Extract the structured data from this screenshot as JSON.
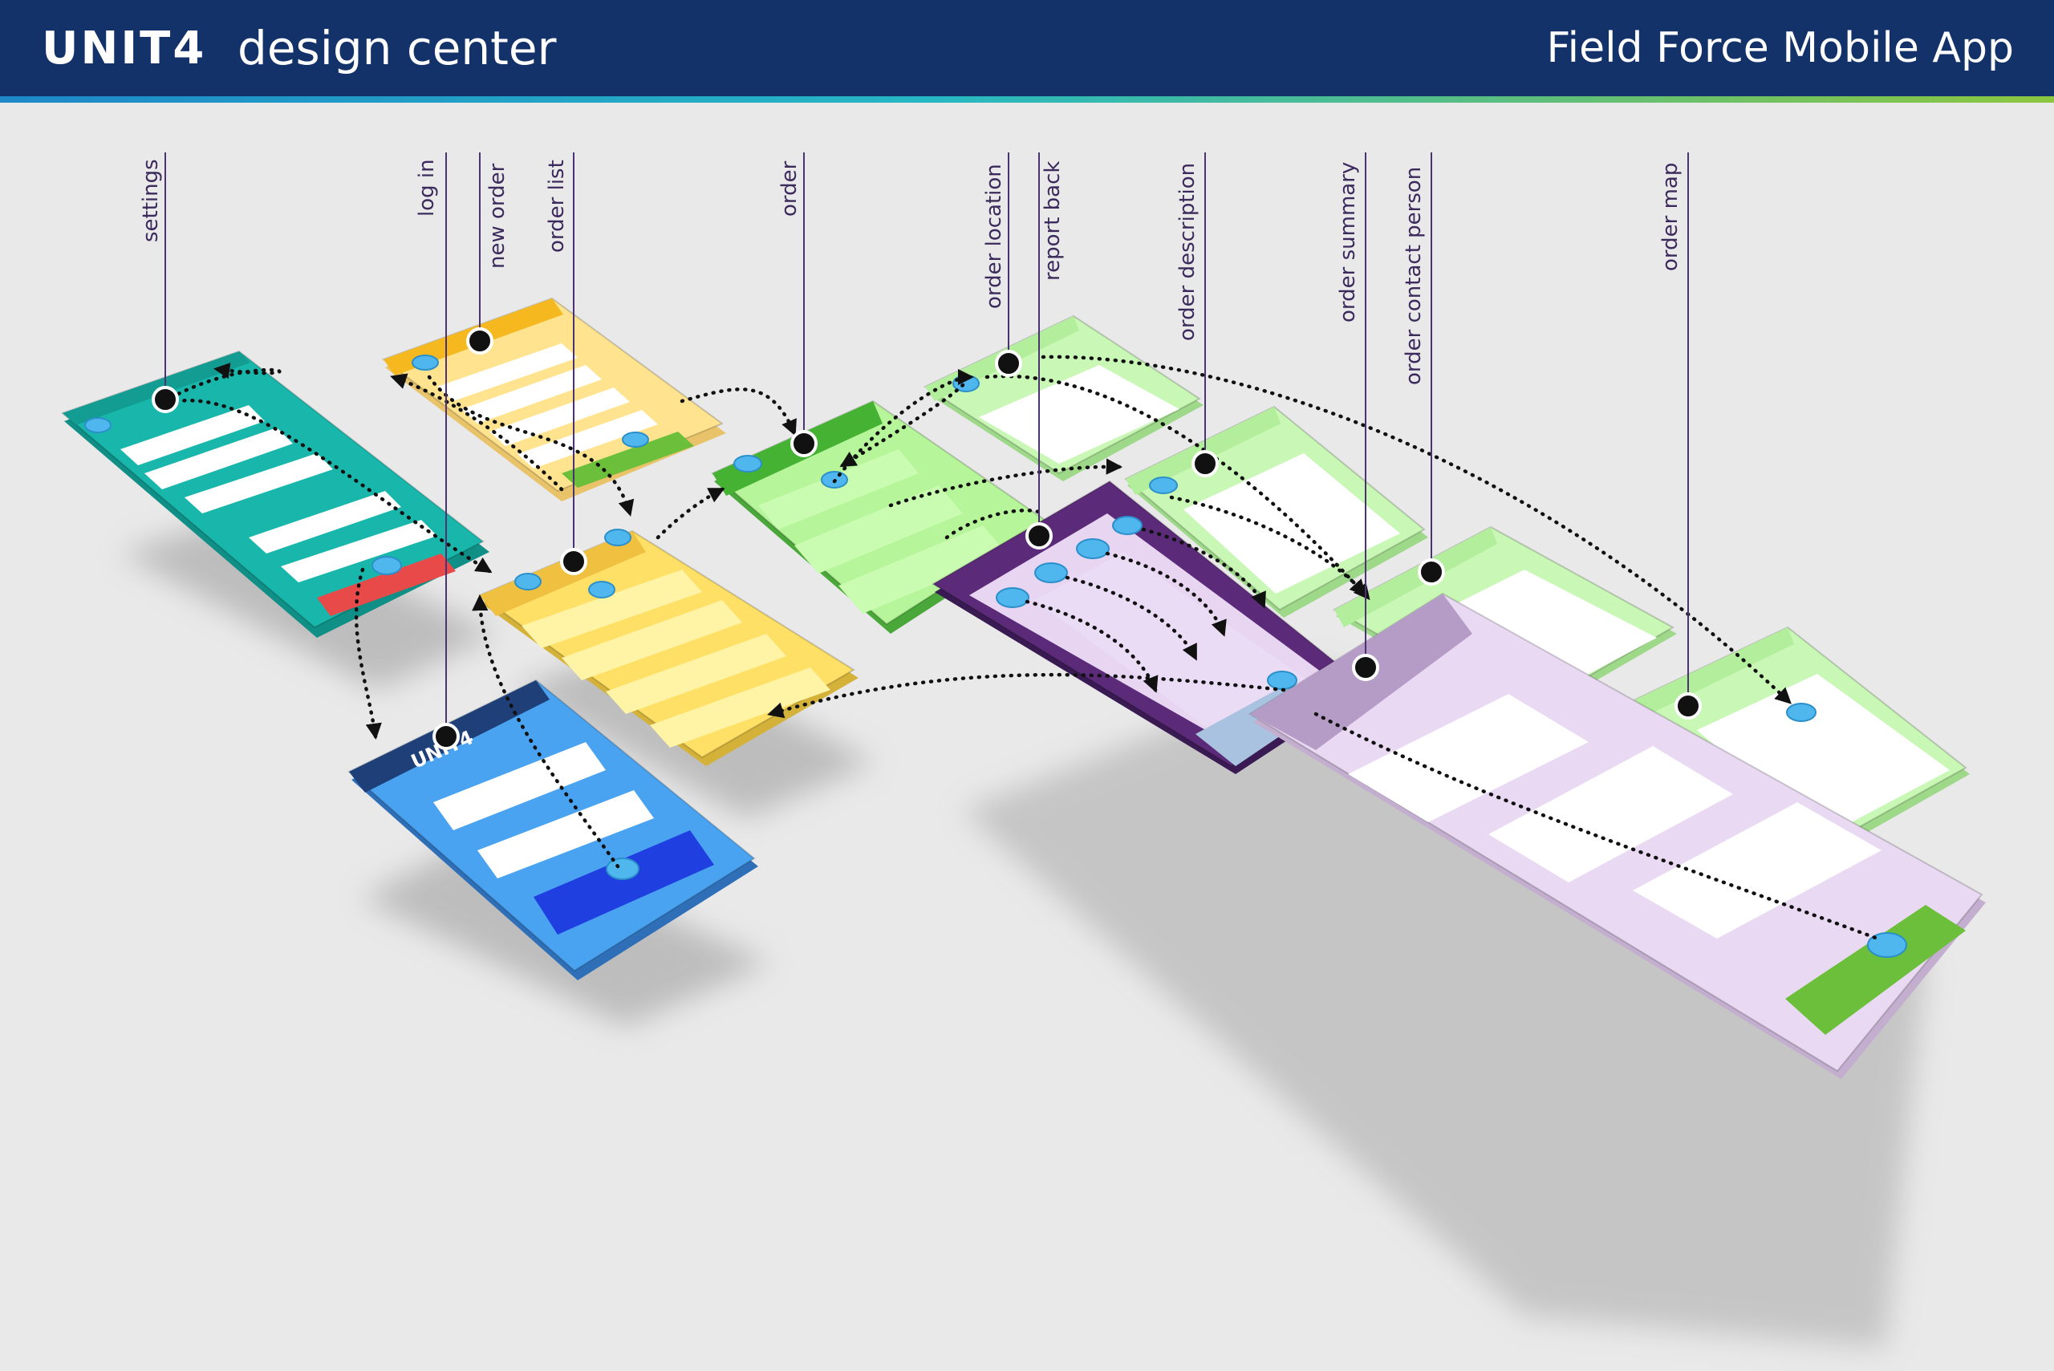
{
  "header": {
    "logo_text": "UNIT4",
    "subtitle": "design center",
    "title": "Field Force Mobile App"
  },
  "callouts": [
    {
      "id": "settings",
      "label": "settings"
    },
    {
      "id": "log-in",
      "label": "log in"
    },
    {
      "id": "new-order",
      "label": "new order"
    },
    {
      "id": "order-list",
      "label": "order list"
    },
    {
      "id": "order",
      "label": "order"
    },
    {
      "id": "order-location",
      "label": "order location"
    },
    {
      "id": "report-back",
      "label": "report back"
    },
    {
      "id": "order-description",
      "label": "order description"
    },
    {
      "id": "order-summary",
      "label": "order summary"
    },
    {
      "id": "order-contact-person",
      "label": "order contact person"
    },
    {
      "id": "order-map",
      "label": "order map"
    }
  ],
  "login_screen": {
    "logo_text": "UNIT4"
  },
  "colors": {
    "header": "#14326a",
    "settings_screen": "#17b3a8",
    "new_order_screen": "#ffe28a",
    "order_list_screen": "#ffe066",
    "login_screen": "#4aa3f0",
    "order_screen": "#6fd45a",
    "order_detail_screens": "#c7f7b5",
    "report_back_screen": "#5b2a78",
    "order_summary_screen": "#e8d6f0",
    "hotspot": "#4fb7ee",
    "delete_button": "#e84a4a",
    "login_button": "#1f3fe0",
    "confirm_button": "#6cbf3a"
  }
}
